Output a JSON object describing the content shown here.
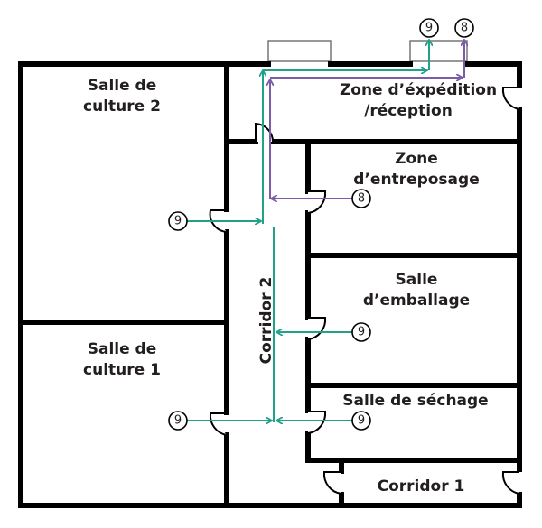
{
  "rooms": {
    "culture2": [
      "Salle de",
      "culture 2"
    ],
    "culture1": [
      "Salle de",
      "culture 1"
    ],
    "expedition": [
      "Zone d’éxpédition",
      "/réception"
    ],
    "entreposage": [
      "Zone",
      "d’entreposage"
    ],
    "emballage": [
      "Salle",
      "d’emballage"
    ],
    "sechage": "Salle de séchage",
    "corridor1": "Corridor 1",
    "corridor2": "Corridor 2"
  },
  "markers": {
    "top_teal": "9",
    "top_purple": "8",
    "entreposage": "8",
    "culture2": "9",
    "emballage": "9",
    "culture1": "9",
    "sechage": "9"
  },
  "colors": {
    "teal": "#21a08a",
    "purple": "#7a5ca8",
    "wall": "#000000"
  }
}
